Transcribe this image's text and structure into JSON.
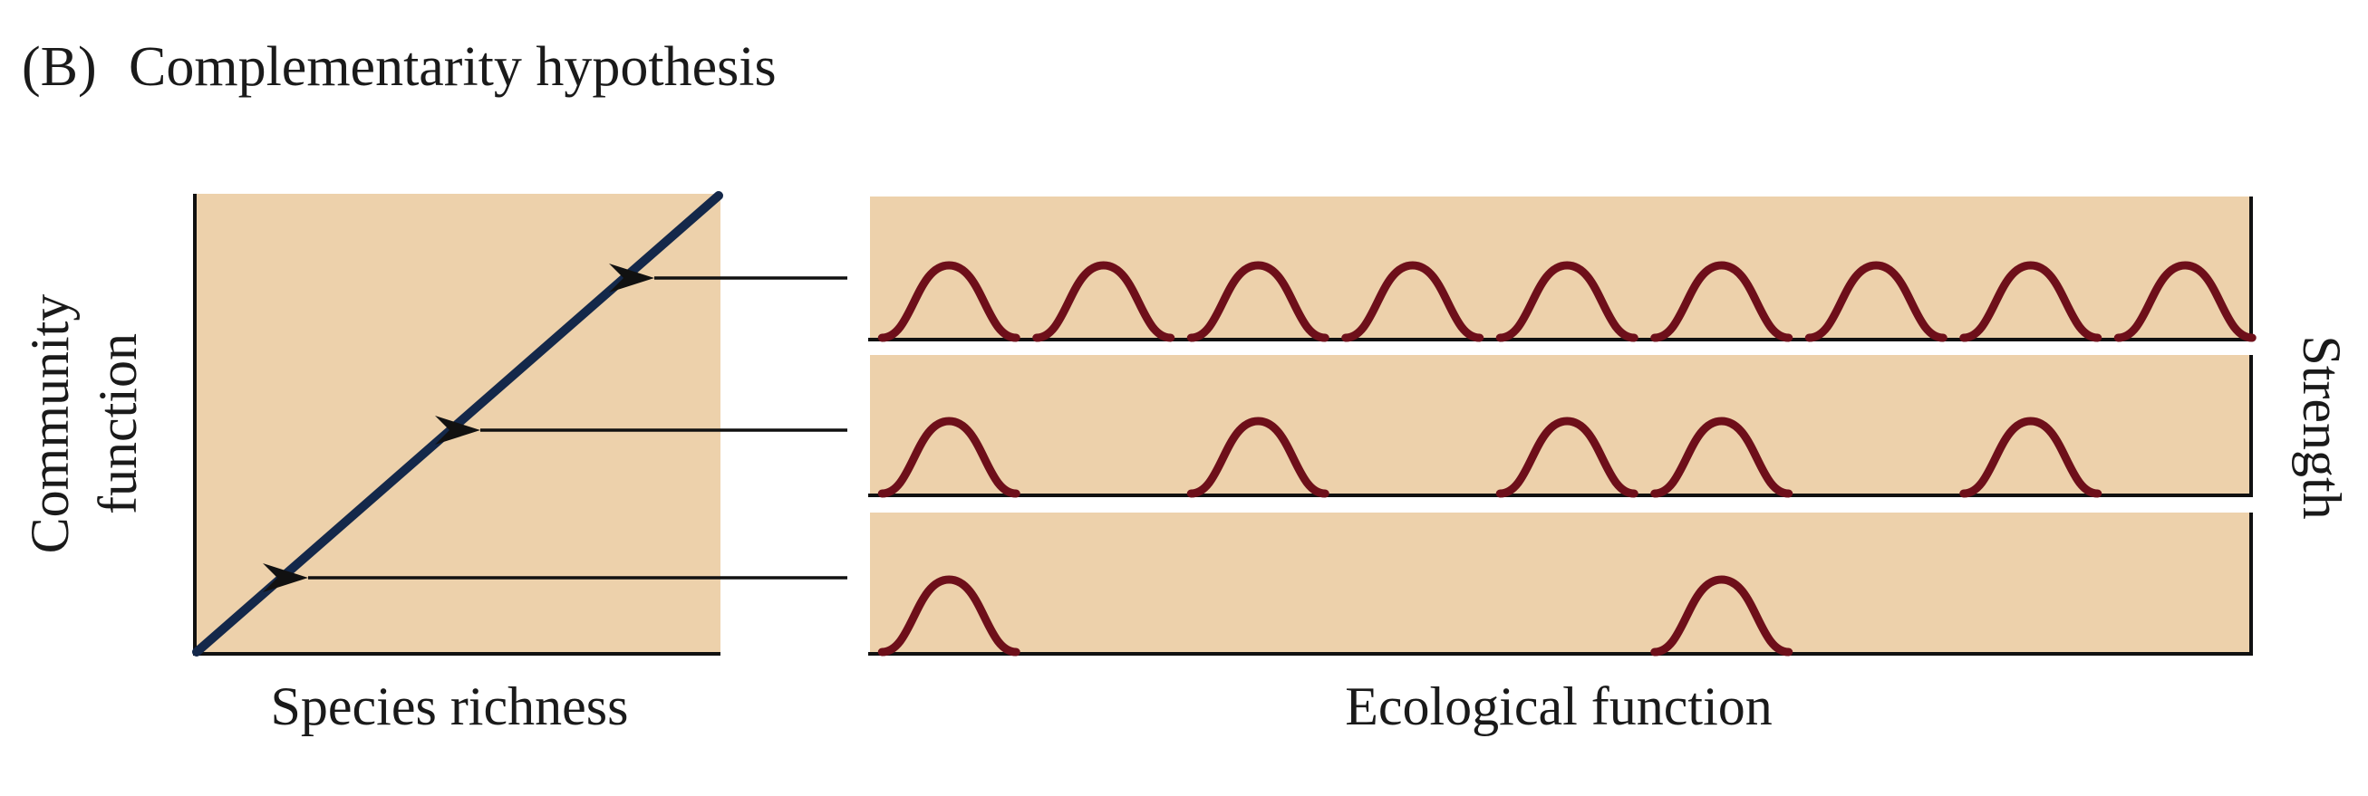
{
  "figure": {
    "panel_label": "(B)",
    "title": "Complementarity hypothesis"
  },
  "left_plot": {
    "y_label_line1": "Community",
    "y_label_line2": "function",
    "x_label": "Species richness",
    "relationship": "linear-increase"
  },
  "right_plot": {
    "x_label": "Ecological function",
    "y_label": "Strength",
    "slots": 9,
    "rows": [
      {
        "species_slots": [
          0,
          1,
          2,
          3,
          4,
          5,
          6,
          7,
          8
        ]
      },
      {
        "species_slots": [
          0,
          2,
          4,
          5,
          7
        ]
      },
      {
        "species_slots": [
          0,
          5
        ]
      }
    ]
  },
  "colors": {
    "panel_fill": "#EDD1AB",
    "line": "#14284A",
    "curve": "#6E0F1A",
    "axis": "#111111",
    "arrow": "#111111"
  }
}
